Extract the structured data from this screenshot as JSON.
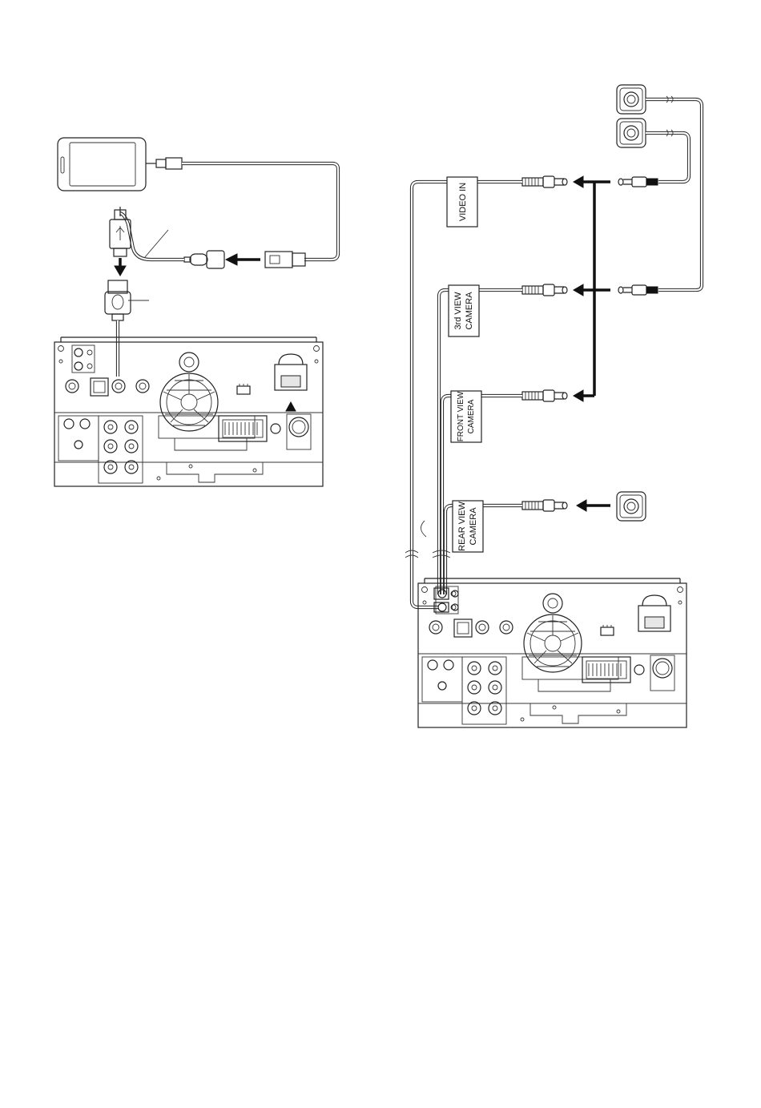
{
  "labels": {
    "video_in": "VIDEO IN",
    "third_view_camera_line1": "3rd VIEW",
    "third_view_camera_line2": "CAMERA",
    "front_view_camera_line1": "FRONT VIEW",
    "front_view_camera_line2": "CAMERA",
    "rear_view_camera_line1": "REAR VIEW",
    "rear_view_camera_line2": "CAMERA"
  },
  "icons": {
    "smartphone": "smartphone-icon",
    "usb_plug": "usb-plug-icon",
    "usb_adapter": "usb-otg-adapter-icon",
    "camera": "camera-icon",
    "arrow": "arrow-icon",
    "head_unit": "head-unit-rear-panel-icon"
  },
  "colors": {
    "line": "#222222",
    "background": "#ffffff"
  }
}
